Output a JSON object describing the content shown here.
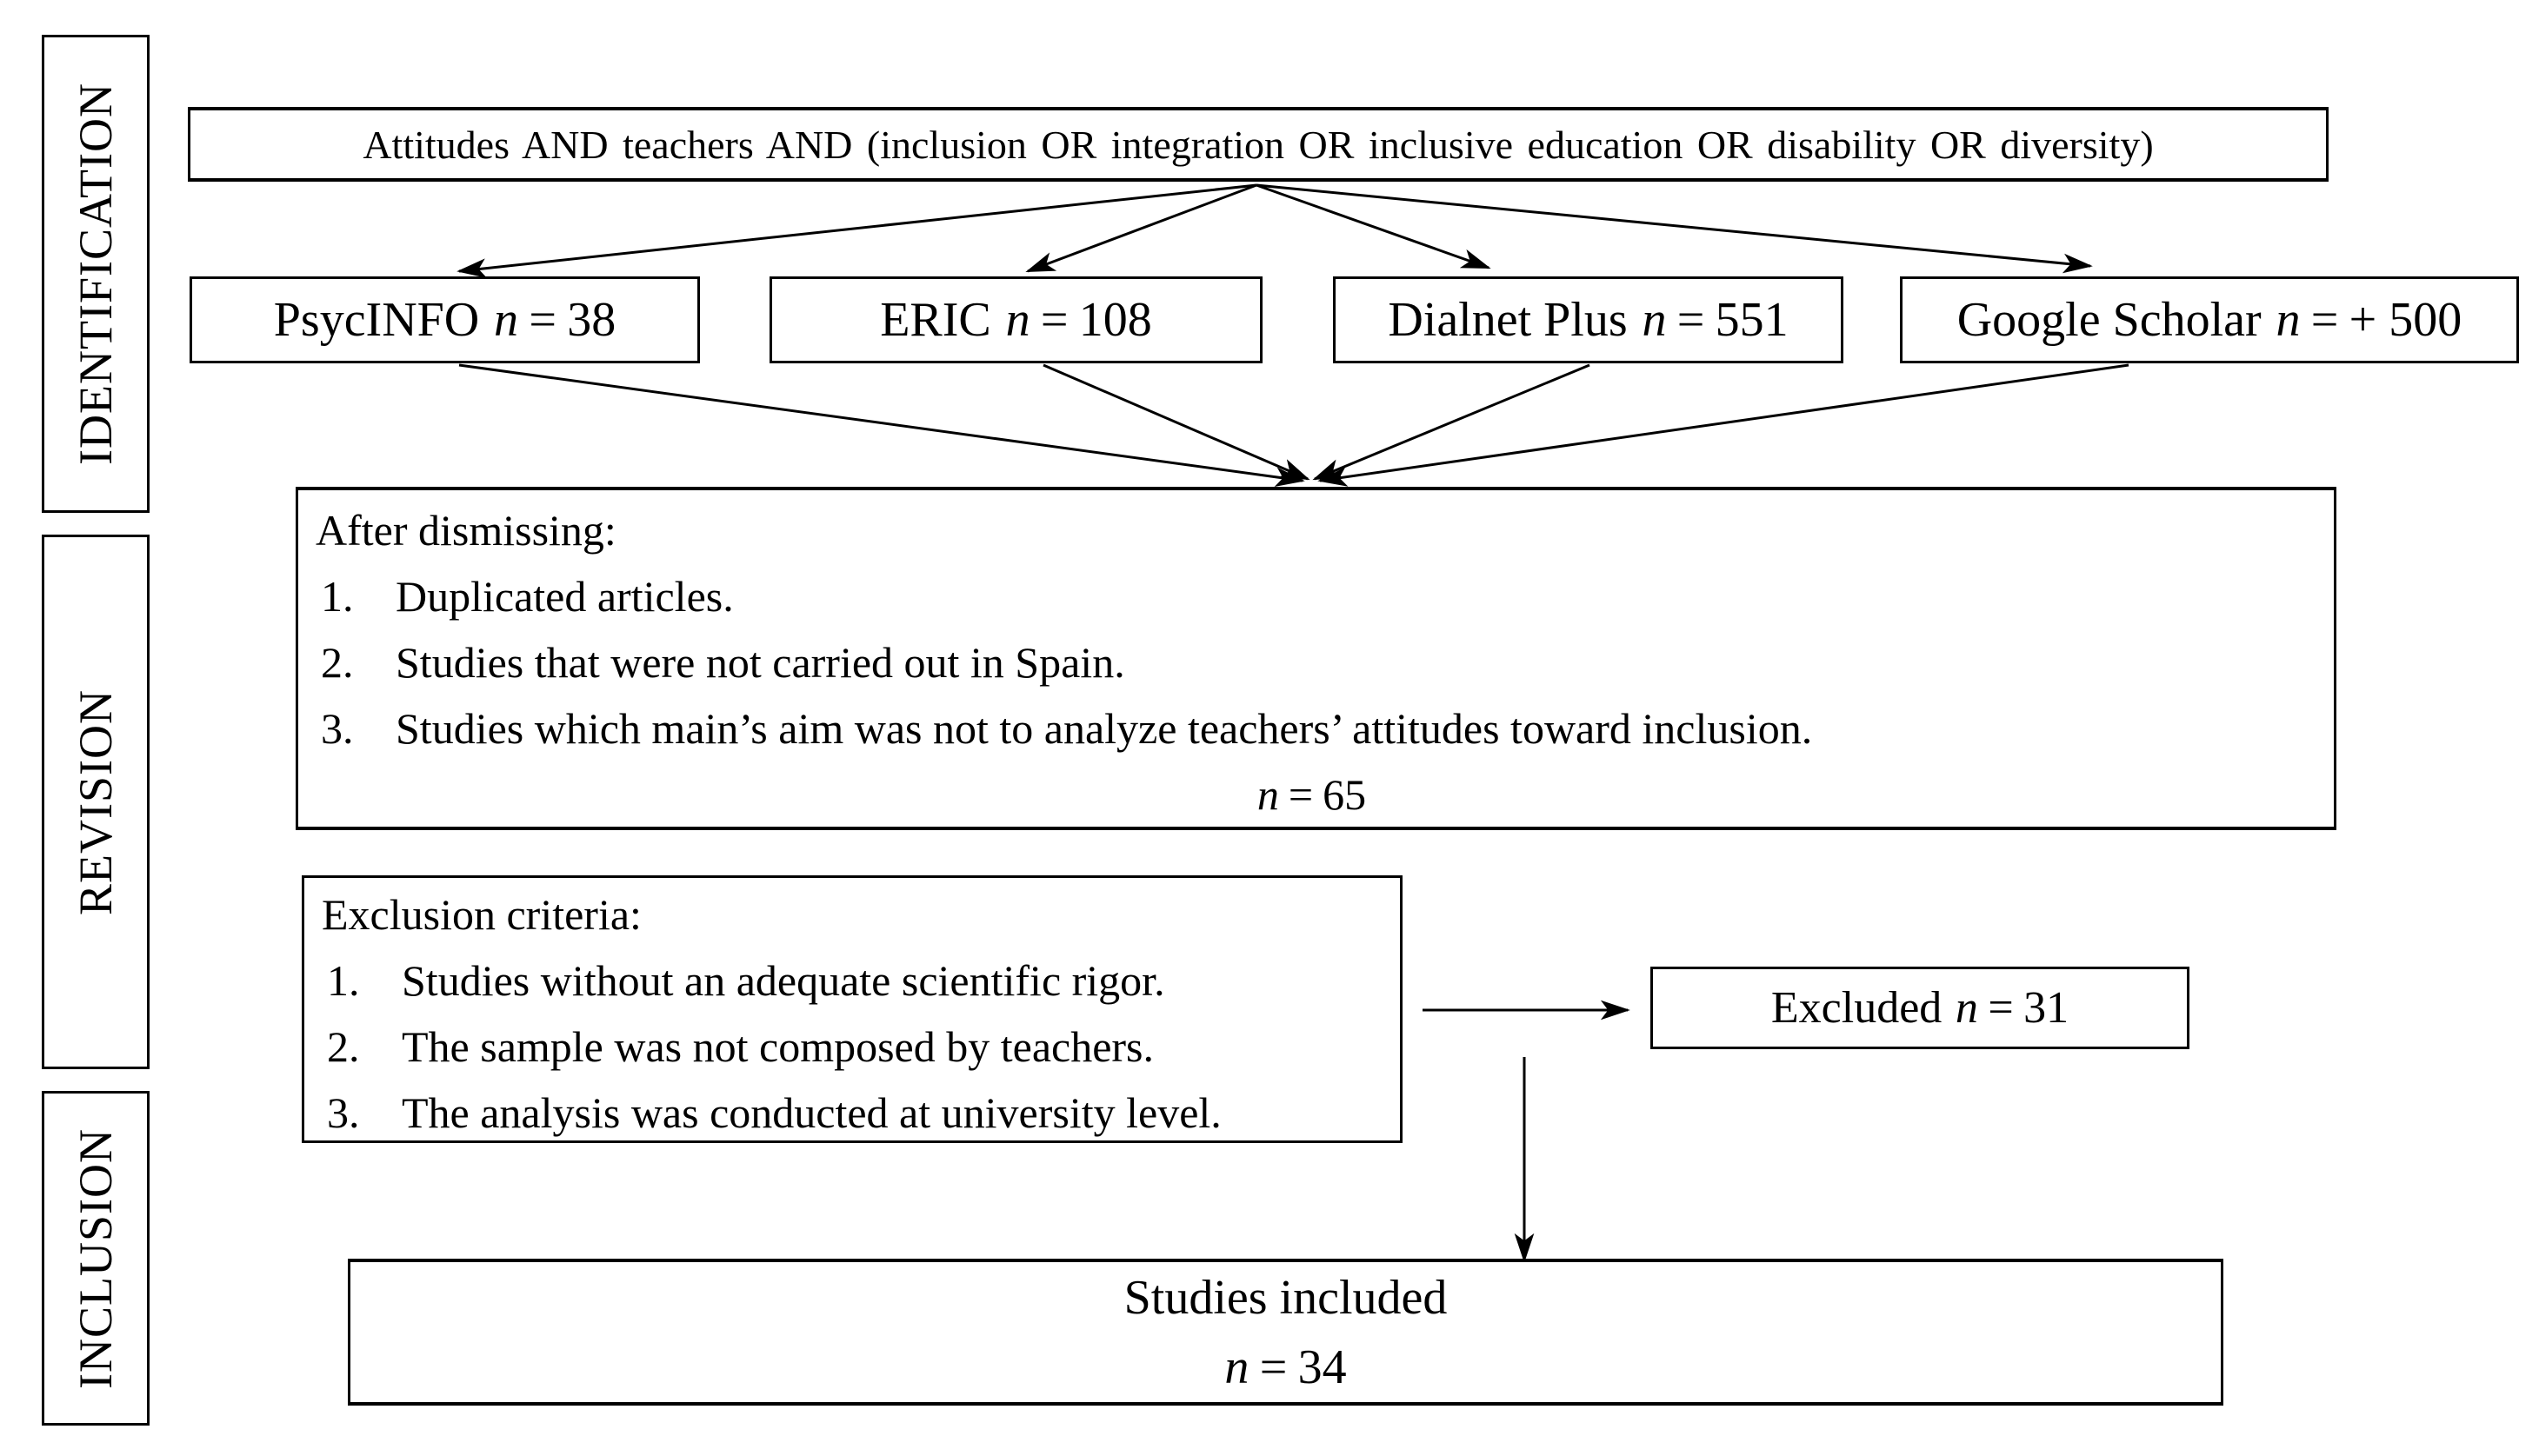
{
  "symbols": {
    "n": "n",
    "eq": "="
  },
  "stages": [
    {
      "label": "IDENTIFICATION"
    },
    {
      "label": "REVISION"
    },
    {
      "label": "INCLUSION"
    }
  ],
  "search_query": "Attitudes AND teachers AND (inclusion OR integration OR inclusive education OR disability OR diversity)",
  "databases": [
    {
      "name": "PsycINFO",
      "count": "38"
    },
    {
      "name": "ERIC",
      "count": "108"
    },
    {
      "name": "Dialnet Plus",
      "count": "551"
    },
    {
      "name": "Google Scholar",
      "count": "+ 500"
    }
  ],
  "revision_box": {
    "title": "After dismissing:",
    "items": [
      "Duplicated articles.",
      "Studies that were not carried out in Spain.",
      "Studies which main’s aim was not to analyze teachers’ attitudes toward inclusion."
    ],
    "count": "65"
  },
  "exclusion_box": {
    "title": "Exclusion criteria:",
    "items": [
      "Studies without an adequate scientific rigor.",
      "The sample was not composed by teachers.",
      "The analysis was conducted at university level."
    ]
  },
  "excluded_box": {
    "label": "Excluded",
    "count": "31"
  },
  "included_box": {
    "label": "Studies included",
    "count": "34"
  }
}
